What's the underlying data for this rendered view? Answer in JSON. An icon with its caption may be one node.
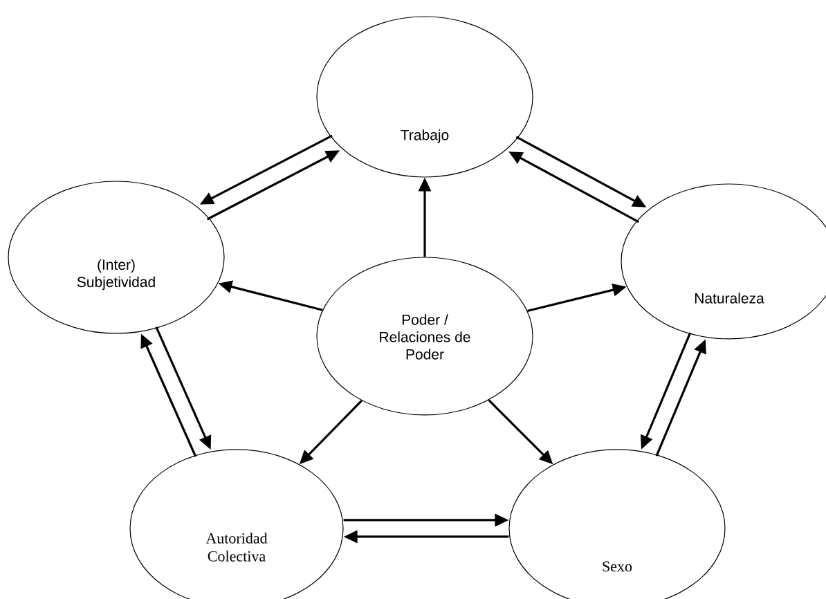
{
  "diagram": {
    "nodes": [
      {
        "text": [
          "Trabajo"
        ]
      },
      {
        "text": [
          "(Inter) Subjetividad"
        ]
      },
      {
        "text": [
          "Poder / Relaciones de Poder"
        ]
      },
      {
        "text": [
          "Naturaleza"
        ]
      },
      {
        "text": [
          "Autoridad Colectiva"
        ]
      },
      {
        "text": [
          "Sexo"
        ]
      }
    ],
    "edges": [
      {
        "from": 2,
        "to": 0,
        "arrow": "to"
      },
      {
        "from": 2,
        "to": 1,
        "arrow": "to"
      },
      {
        "from": 2,
        "to": 3,
        "arrow": "to"
      },
      {
        "from": 2,
        "to": 4,
        "arrow": "to"
      },
      {
        "from": 2,
        "to": 5,
        "arrow": "to"
      },
      {
        "from": 0,
        "to": 1,
        "arrow": "to"
      },
      {
        "from": 1,
        "to": 0,
        "arrow": "to"
      },
      {
        "from": 0,
        "to": 3,
        "arrow": "to"
      },
      {
        "from": 3,
        "to": 0,
        "arrow": "to"
      },
      {
        "from": 3,
        "to": 5,
        "arrow": "to"
      },
      {
        "from": 5,
        "to": 3,
        "arrow": "to"
      },
      {
        "from": 4,
        "to": 5,
        "arrow": "to"
      },
      {
        "from": 5,
        "to": 4,
        "arrow": "to"
      },
      {
        "from": 4,
        "to": 1,
        "arrow": "to"
      },
      {
        "from": 1,
        "to": 4,
        "arrow": "to"
      }
    ]
  }
}
